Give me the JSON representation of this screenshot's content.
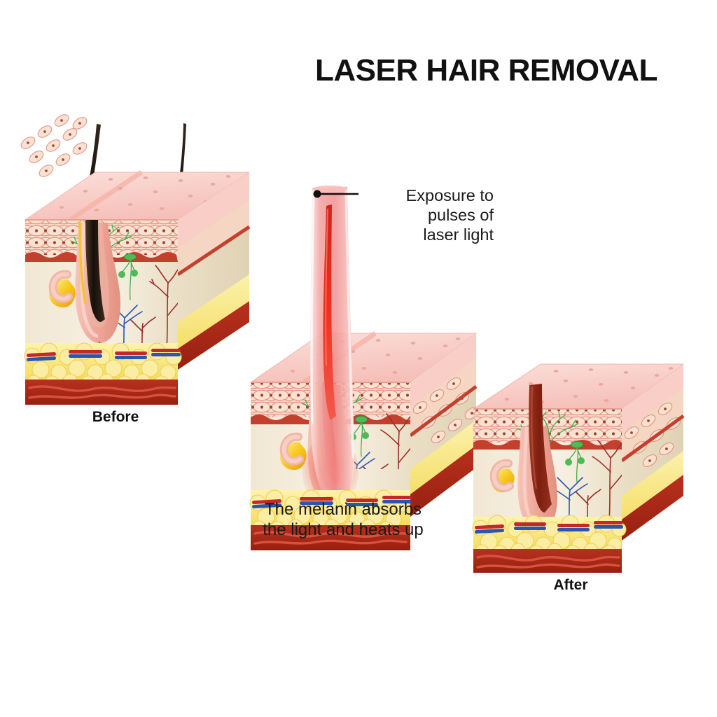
{
  "title": "LASER HAIR REMOVAL",
  "background_color": "#ffffff",
  "labels": {
    "before": "Before",
    "after": "After"
  },
  "callouts": {
    "laser": "Exposure to\npulses of\nlaser light",
    "melanin": "The melanin absorbs\nthe light and heats up"
  },
  "panels": [
    {
      "id": "before",
      "label": "Before",
      "state": "untreated-hair-follicle-with-two-hairs"
    },
    {
      "id": "during",
      "label": "The melanin absorbs the light and heats up",
      "state": "laser-beam-heating-follicle"
    },
    {
      "id": "after",
      "label": "After",
      "state": "destroyed-follicle-no-hair"
    }
  ],
  "anatomy_layers": [
    {
      "name": "skin-surface",
      "color": "#f8cdc6"
    },
    {
      "name": "epidermis-cells",
      "color": "#f3d3c0"
    },
    {
      "name": "basal-membrane",
      "color": "#c4402e"
    },
    {
      "name": "dermis",
      "color": "#f0e5cf"
    },
    {
      "name": "subcutaneous-fat",
      "color": "#f6e06a"
    },
    {
      "name": "muscle",
      "color": "#ad2a1c"
    }
  ],
  "features": [
    {
      "name": "hair-shaft",
      "color": "#2b2018"
    },
    {
      "name": "hair-follicle",
      "color": "#eea296"
    },
    {
      "name": "sebaceous-gland",
      "color": "#f6c323"
    },
    {
      "name": "nerve",
      "color": "#3fae4a"
    },
    {
      "name": "vein",
      "color": "#2b56b0"
    },
    {
      "name": "artery",
      "color": "#9d2f2a"
    },
    {
      "name": "laser-beam",
      "color": "#f29b9b"
    },
    {
      "name": "heated-hair",
      "color": "#e8201a"
    },
    {
      "name": "burned-follicle",
      "color": "#8e2a18"
    }
  ]
}
